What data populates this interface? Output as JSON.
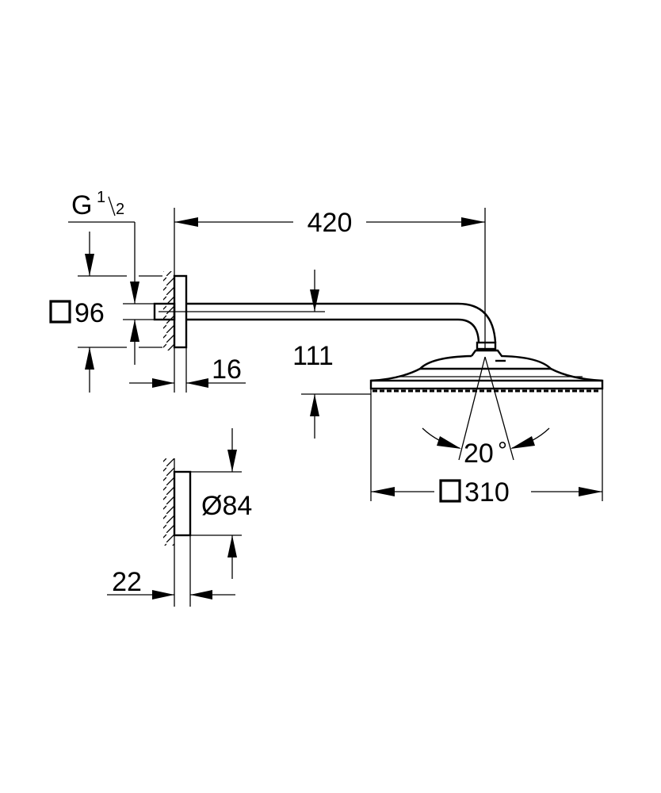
{
  "dimensions": {
    "thread": {
      "letter": "G",
      "num": "1",
      "den": "2"
    },
    "flange_square": "96",
    "flange_depth": "16",
    "arm_length": "420",
    "arm_drop": "111",
    "spray_angle": "20",
    "degree_symbol": "°",
    "head_square": "310",
    "rosette_diameter": "Ø84",
    "rosette_depth": "22"
  },
  "colors": {
    "line": "#000000",
    "background": "#ffffff"
  }
}
